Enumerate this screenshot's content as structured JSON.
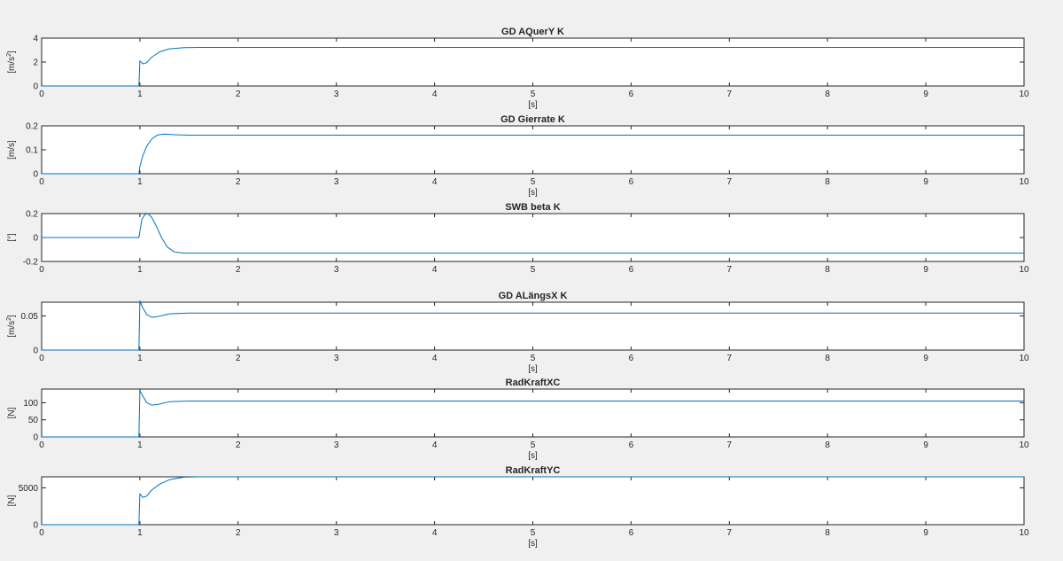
{
  "figure": {
    "background": "#f0f0f0",
    "line_color": "#0072bd"
  },
  "chart_data": [
    {
      "type": "line",
      "title": "GD AQuerY K",
      "ylabel_base": "[m/s",
      "ylabel_sup": "2",
      "ylabel_end": "]",
      "xlabel": "[s]",
      "xlim": [
        0,
        10
      ],
      "ylim": [
        0,
        4
      ],
      "xticks": [
        "0",
        "1",
        "2",
        "3",
        "4",
        "5",
        "6",
        "7",
        "8",
        "9",
        "10"
      ],
      "yticks": [
        "0",
        "2",
        "4"
      ],
      "series": [
        {
          "x": [
            0,
            0.99,
            1.0,
            1.03,
            1.07,
            1.12,
            1.2,
            1.3,
            1.45,
            1.6,
            2,
            3,
            5,
            10
          ],
          "y": [
            0,
            0,
            2.1,
            1.85,
            1.95,
            2.4,
            2.85,
            3.1,
            3.2,
            3.22,
            3.22,
            3.22,
            3.22,
            3.22
          ]
        }
      ]
    },
    {
      "type": "line",
      "title": "GD Gierrate K",
      "ylabel_base": "[m/s]",
      "ylabel_sup": "",
      "ylabel_end": "",
      "xlabel": "[s]",
      "xlim": [
        0,
        10
      ],
      "ylim": [
        0,
        0.2
      ],
      "xticks": [
        "0",
        "1",
        "2",
        "3",
        "4",
        "5",
        "6",
        "7",
        "8",
        "9",
        "10"
      ],
      "yticks": [
        "0",
        "0.1",
        "0.2"
      ],
      "series": [
        {
          "x": [
            0,
            0.99,
            1.0,
            1.03,
            1.07,
            1.12,
            1.18,
            1.25,
            1.35,
            1.5,
            2,
            5,
            10
          ],
          "y": [
            0,
            0,
            0.03,
            0.075,
            0.115,
            0.145,
            0.162,
            0.166,
            0.163,
            0.161,
            0.161,
            0.161,
            0.161
          ]
        }
      ]
    },
    {
      "type": "line",
      "title": "SWB beta K",
      "ylabel_base": "[°]",
      "ylabel_sup": "",
      "ylabel_end": "",
      "xlabel": "",
      "xlim": [
        0,
        10
      ],
      "ylim": [
        -0.2,
        0.2
      ],
      "xticks": [
        "0",
        "1",
        "2",
        "3",
        "4",
        "5",
        "6",
        "7",
        "8",
        "9",
        "10"
      ],
      "yticks": [
        "-0.2",
        "0",
        "0.2"
      ],
      "series": [
        {
          "x": [
            0,
            0.99,
            1.0,
            1.02,
            1.05,
            1.08,
            1.12,
            1.17,
            1.22,
            1.28,
            1.35,
            1.45,
            1.6,
            2,
            5,
            10
          ],
          "y": [
            0,
            0,
            0.05,
            0.15,
            0.19,
            0.2,
            0.17,
            0.09,
            0.0,
            -0.08,
            -0.12,
            -0.13,
            -0.13,
            -0.13,
            -0.13,
            -0.13
          ]
        }
      ]
    },
    {
      "type": "line",
      "title": "GD ALängsX K",
      "ylabel_base": "[m/s",
      "ylabel_sup": "2",
      "ylabel_end": "]",
      "xlabel": "[s]",
      "xlim": [
        0,
        10
      ],
      "ylim": [
        0,
        0.07
      ],
      "xticks": [
        "0",
        "1",
        "2",
        "3",
        "4",
        "5",
        "6",
        "7",
        "8",
        "9",
        "10"
      ],
      "yticks": [
        "0",
        "0.05"
      ],
      "series": [
        {
          "x": [
            0,
            0.99,
            1.0,
            1.03,
            1.07,
            1.12,
            1.18,
            1.3,
            1.5,
            2,
            5,
            10
          ],
          "y": [
            0,
            0,
            0.072,
            0.062,
            0.052,
            0.048,
            0.049,
            0.053,
            0.054,
            0.054,
            0.054,
            0.054
          ]
        }
      ]
    },
    {
      "type": "line",
      "title": "RadKraftXC",
      "ylabel_base": "[N]",
      "ylabel_sup": "",
      "ylabel_end": "",
      "xlabel": "[s]",
      "xlim": [
        0,
        10
      ],
      "ylim": [
        0,
        140
      ],
      "xticks": [
        "0",
        "1",
        "2",
        "3",
        "4",
        "5",
        "6",
        "7",
        "8",
        "9",
        "10"
      ],
      "yticks": [
        "0",
        "50",
        "100"
      ],
      "series": [
        {
          "x": [
            0,
            0.99,
            1.0,
            1.03,
            1.07,
            1.12,
            1.18,
            1.3,
            1.5,
            2,
            5,
            10
          ],
          "y": [
            0,
            0,
            135,
            120,
            100,
            93,
            95,
            103,
            105,
            105,
            105,
            105
          ]
        }
      ]
    },
    {
      "type": "line",
      "title": "RadKraftYC",
      "ylabel_base": "[N]",
      "ylabel_sup": "",
      "ylabel_end": "",
      "xlabel": "[s]",
      "xlim": [
        0,
        10
      ],
      "ylim": [
        0,
        6500
      ],
      "xticks": [
        "0",
        "1",
        "2",
        "3",
        "4",
        "5",
        "6",
        "7",
        "8",
        "9",
        "10"
      ],
      "yticks": [
        "0",
        "5000"
      ],
      "series": [
        {
          "x": [
            0,
            0.99,
            1.0,
            1.03,
            1.07,
            1.12,
            1.2,
            1.3,
            1.45,
            1.6,
            2,
            5,
            10
          ],
          "y": [
            0,
            0,
            4200,
            3700,
            3900,
            4700,
            5500,
            6100,
            6450,
            6500,
            6500,
            6500,
            6500
          ]
        }
      ]
    }
  ]
}
